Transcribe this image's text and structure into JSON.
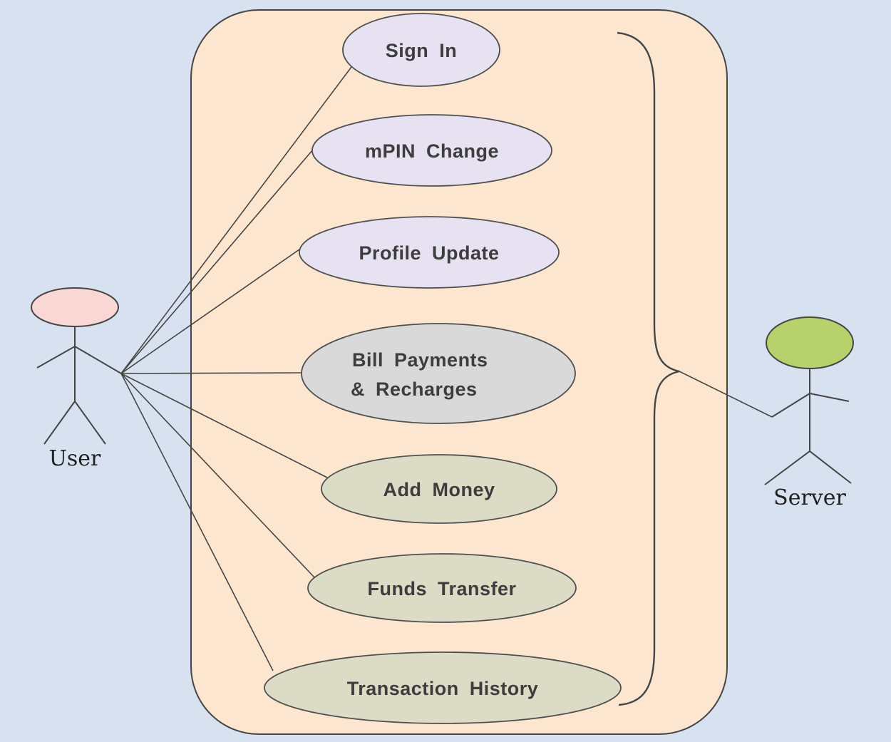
{
  "diagram": {
    "type": "use-case-diagram",
    "actors": [
      {
        "label": "User"
      },
      {
        "label": "Server"
      }
    ],
    "use_cases": [
      {
        "label": "Sign In"
      },
      {
        "label": "mPIN Change"
      },
      {
        "label": "Profile Update"
      },
      {
        "label_line1": "Bill Payments",
        "label_line2": "& Recharges"
      },
      {
        "label": "Add Money"
      },
      {
        "label": "Funds Transfer"
      },
      {
        "label": "Transaction History"
      }
    ],
    "colors": {
      "background": "#d8e1ef",
      "boundary_fill": "#fce6cf",
      "auth_ellipse_fill": "#e7e2f2",
      "bill_ellipse_fill": "#d9d9d9",
      "money_ellipse_fill": "#dcdcc6",
      "user_head_fill": "#f8d7d5",
      "server_head_fill": "#b7d16c",
      "stroke": "#454545"
    }
  }
}
